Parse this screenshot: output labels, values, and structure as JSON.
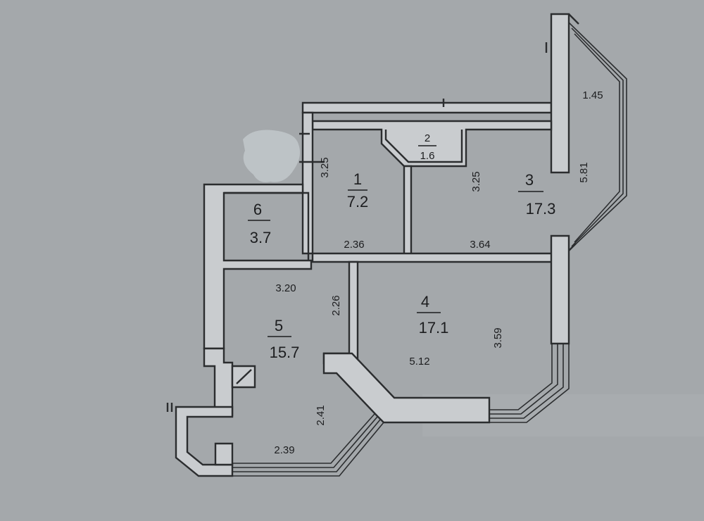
{
  "rooms": [
    {
      "number": "1",
      "area": "7.2"
    },
    {
      "number": "2",
      "area": "1.6"
    },
    {
      "number": "3",
      "area": "17.3"
    },
    {
      "number": "4",
      "area": "17.1"
    },
    {
      "number": "5",
      "area": "15.7"
    },
    {
      "number": "6",
      "area": "3.7"
    }
  ],
  "dimensions": {
    "balcony_width": "1.45",
    "balcony_length": "5.81",
    "room1_height": "3.25",
    "room1_width": "2.36",
    "room3_height": "3.25",
    "room3_width": "3.64",
    "room4_height": "3.59",
    "room4_width": "5.12",
    "room5_width_top": "3.20",
    "room5_height_top": "2.26",
    "room5_height_bottom": "2.41",
    "room5_width_bottom": "2.39"
  },
  "colors": {
    "paper": "#a4a8ab",
    "wall_fill": "#c9cccf",
    "line": "#2b2d2f"
  }
}
